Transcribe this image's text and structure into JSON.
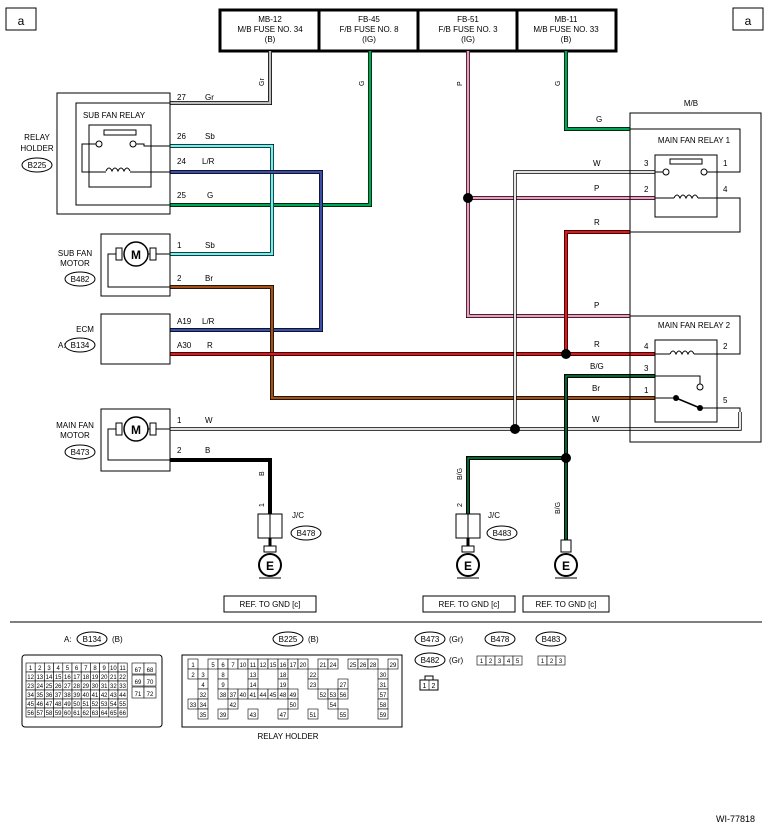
{
  "corner_label": "a",
  "fuses": [
    {
      "id": "MB-12",
      "name": "M/B FUSE NO. 34",
      "mode": "(B)"
    },
    {
      "id": "FB-45",
      "name": "F/B FUSE NO. 8",
      "mode": "(IG)"
    },
    {
      "id": "FB-51",
      "name": "F/B FUSE NO. 3",
      "mode": "(IG)"
    },
    {
      "id": "MB-11",
      "name": "M/B FUSE NO. 33",
      "mode": "(B)"
    }
  ],
  "components": {
    "mb": "M/B",
    "main_fan_relay_1": "MAIN FAN RELAY 1",
    "main_fan_relay_2": "MAIN FAN RELAY 2",
    "sub_fan_relay": "SUB FAN RELAY",
    "relay_holder": [
      "RELAY",
      "HOLDER"
    ],
    "relay_holder_connector": "B225",
    "sub_fan_motor": [
      "SUB FAN",
      "MOTOR"
    ],
    "sub_fan_motor_connector": "B482",
    "ecm": "ECM",
    "ecm_prefix": "A:",
    "ecm_connector": "B134",
    "main_fan_motor": [
      "MAIN FAN",
      "MOTOR"
    ],
    "main_fan_motor_connector": "B473",
    "motor_symbol": "M",
    "ground_symbol": "E",
    "jc": "J/C",
    "jc1_connector": "B478",
    "jc2_connector": "B483"
  },
  "wire_labels": {
    "fuse_gr": "Gr",
    "fuse_g1": "G",
    "fuse_p": "P",
    "fuse_g2": "G",
    "h27": "27",
    "h27c": "Gr",
    "h26": "26",
    "h26c": "Sb",
    "h24": "24",
    "h24c": "L/R",
    "h25": "25",
    "h25c": "G",
    "sm1": "1",
    "sm1c": "Sb",
    "sm2": "2",
    "sm2c": "Br",
    "ecm19": "A19",
    "ecm19c": "L/R",
    "ecm30": "A30",
    "ecm30c": "R",
    "mm1": "1",
    "mm1c": "W",
    "mm2": "2",
    "mm2c": "B",
    "vB": "B",
    "jc1p": "1",
    "vBG1": "B/G",
    "jc2p": "2",
    "vBG2": "B/G",
    "r1_g": "G",
    "r1_w": "W",
    "r1_p": "P",
    "r1_r": "R",
    "r1_3": "3",
    "r1_1": "1",
    "r1_2": "2",
    "r1_4": "4",
    "r2_p": "P",
    "r2_r": "R",
    "r2_bg": "B/G",
    "r2_br": "Br",
    "r2_w": "W",
    "r2_4": "4",
    "r2_2": "2",
    "r2_3": "3",
    "r2_1": "1",
    "r2_5": "5"
  },
  "ground_refs": [
    "REF. TO GND [c]",
    "REF. TO GND [c]",
    "REF. TO GND [c]"
  ],
  "connectors": {
    "b134": {
      "label": "A:",
      "id": "B134",
      "type": "(B)",
      "rows": [
        [
          "1",
          "2",
          "3",
          "4",
          "5",
          "6",
          "7",
          "8",
          "9",
          "10",
          "11"
        ],
        [
          "12",
          "13",
          "14",
          "15",
          "16",
          "17",
          "18",
          "19",
          "20",
          "21",
          "22"
        ],
        [
          "23",
          "24",
          "25",
          "26",
          "27",
          "28",
          "29",
          "30",
          "31",
          "32",
          "33"
        ],
        [
          "34",
          "35",
          "36",
          "37",
          "38",
          "39",
          "40",
          "41",
          "42",
          "43",
          "44"
        ],
        [
          "45",
          "46",
          "47",
          "48",
          "49",
          "50",
          "51",
          "52",
          "53",
          "54",
          "55"
        ],
        [
          "56",
          "57",
          "58",
          "59",
          "60",
          "61",
          "62",
          "63",
          "64",
          "65",
          "66"
        ]
      ],
      "side": [
        [
          "67",
          "68"
        ],
        [
          "69",
          "70"
        ],
        [
          "71",
          "72"
        ]
      ]
    },
    "b225": {
      "id": "B225",
      "type": "(B)",
      "caption": "RELAY HOLDER",
      "rows": [
        [
          "1",
          "",
          "5",
          "6",
          "7",
          "10",
          "11",
          "12",
          "15",
          "16",
          "17",
          "20",
          "",
          "21",
          "24",
          "",
          "25",
          "26",
          "28",
          "",
          "29"
        ],
        [
          "2",
          "3",
          "",
          "8",
          "",
          "",
          "13",
          "",
          "",
          "18",
          "",
          "",
          "22",
          "",
          "",
          "",
          "",
          "",
          "",
          "30"
        ],
        [
          "",
          "4",
          "",
          "9",
          "",
          "",
          "14",
          "",
          "",
          "19",
          "",
          "",
          "23",
          "",
          "",
          "27",
          "",
          "",
          "",
          "31"
        ],
        [
          "",
          "32",
          "",
          "38",
          "37",
          "40",
          "41",
          "44",
          "45",
          "48",
          "49",
          "",
          "",
          "52",
          "53",
          "56",
          "",
          "",
          "",
          "57"
        ],
        [
          "33",
          "34",
          "",
          "",
          "42",
          "",
          "",
          "",
          "",
          "",
          "50",
          "",
          "",
          "",
          "54",
          "",
          "",
          "",
          "",
          "58"
        ],
        [
          "",
          "35",
          "",
          "39",
          "",
          "",
          "43",
          "",
          "",
          "47",
          "",
          "",
          "51",
          "",
          "",
          "55",
          "",
          "",
          "",
          "59"
        ]
      ]
    },
    "b473": {
      "id": "B473",
      "type": "(Gr)"
    },
    "b482": {
      "id": "B482",
      "type": "(Gr)",
      "pins": [
        "1",
        "2"
      ]
    },
    "b478": {
      "id": "B478",
      "pins": [
        "1",
        "2",
        "3",
        "4",
        "5"
      ]
    },
    "b483": {
      "id": "B483",
      "pins": [
        "1",
        "2",
        "3"
      ]
    }
  },
  "diagram_code": "WI-77818",
  "colors": {
    "gray": "#bdbdbd",
    "green": "#00a651",
    "pink": "#f49ac1",
    "light_blue": "#6ff2f2",
    "blue": "#3b4ea8",
    "red": "#e2151b",
    "brown": "#a0521a",
    "black": "#000000",
    "white_wire": "#ffffff"
  }
}
